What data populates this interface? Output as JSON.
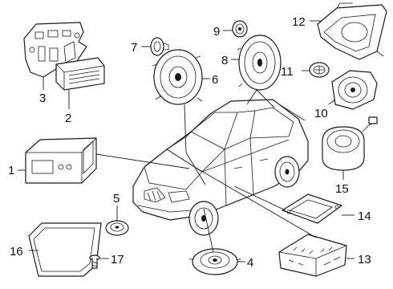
{
  "callouts": [
    {
      "id": "1",
      "part": "head-unit"
    },
    {
      "id": "2",
      "part": "amplifier"
    },
    {
      "id": "3",
      "part": "bracket"
    },
    {
      "id": "4",
      "part": "rear-door-speaker"
    },
    {
      "id": "5",
      "part": "tweeter-front"
    },
    {
      "id": "6",
      "part": "front-door-speaker"
    },
    {
      "id": "7",
      "part": "front-tweeter"
    },
    {
      "id": "8",
      "part": "rear-speaker"
    },
    {
      "id": "9",
      "part": "rear-tweeter"
    },
    {
      "id": "10",
      "part": "center-speaker"
    },
    {
      "id": "11",
      "part": "small-tweeter"
    },
    {
      "id": "12",
      "part": "subwoofer-housing"
    },
    {
      "id": "13",
      "part": "dsp-module"
    },
    {
      "id": "14",
      "part": "plate"
    },
    {
      "id": "15",
      "part": "subwoofer"
    },
    {
      "id": "16",
      "part": "display-screen"
    },
    {
      "id": "17",
      "part": "screw"
    }
  ]
}
